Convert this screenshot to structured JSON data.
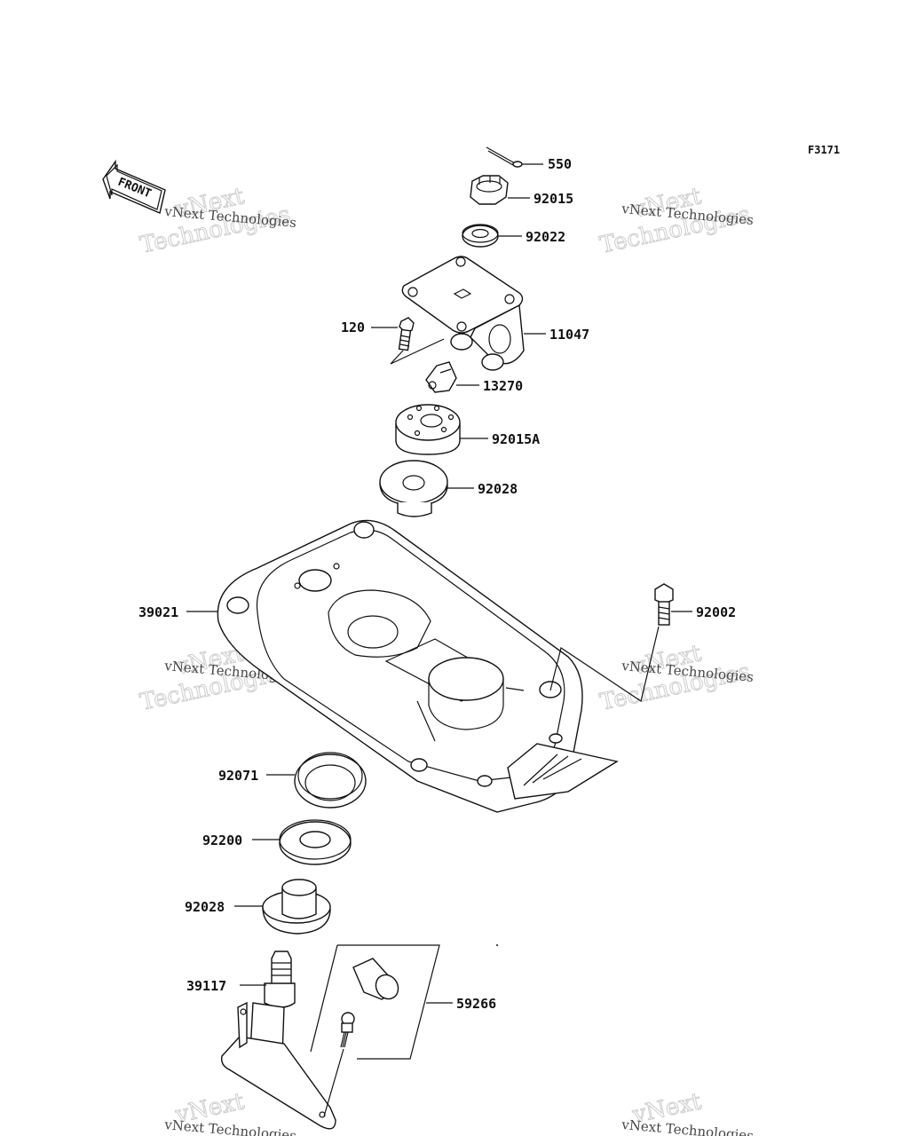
{
  "figure_code": "F3171",
  "front_indicator": "FRONT",
  "watermark": {
    "line_small": "vNext Technologies",
    "line_big_1": "vNext",
    "line_big_2": "Technologies"
  },
  "parts": [
    {
      "id": "550",
      "label": "550"
    },
    {
      "id": "92015",
      "label": "92015"
    },
    {
      "id": "92022",
      "label": "92022"
    },
    {
      "id": "11047",
      "label": "11047"
    },
    {
      "id": "120",
      "label": "120"
    },
    {
      "id": "13270",
      "label": "13270"
    },
    {
      "id": "92015A",
      "label": "92015A"
    },
    {
      "id": "92028-top",
      "label": "92028"
    },
    {
      "id": "39021",
      "label": "39021"
    },
    {
      "id": "92002",
      "label": "92002"
    },
    {
      "id": "92071",
      "label": "92071"
    },
    {
      "id": "92200",
      "label": "92200"
    },
    {
      "id": "92028-bottom",
      "label": "92028"
    },
    {
      "id": "39117",
      "label": "39117"
    },
    {
      "id": "59266",
      "label": "59266"
    }
  ]
}
